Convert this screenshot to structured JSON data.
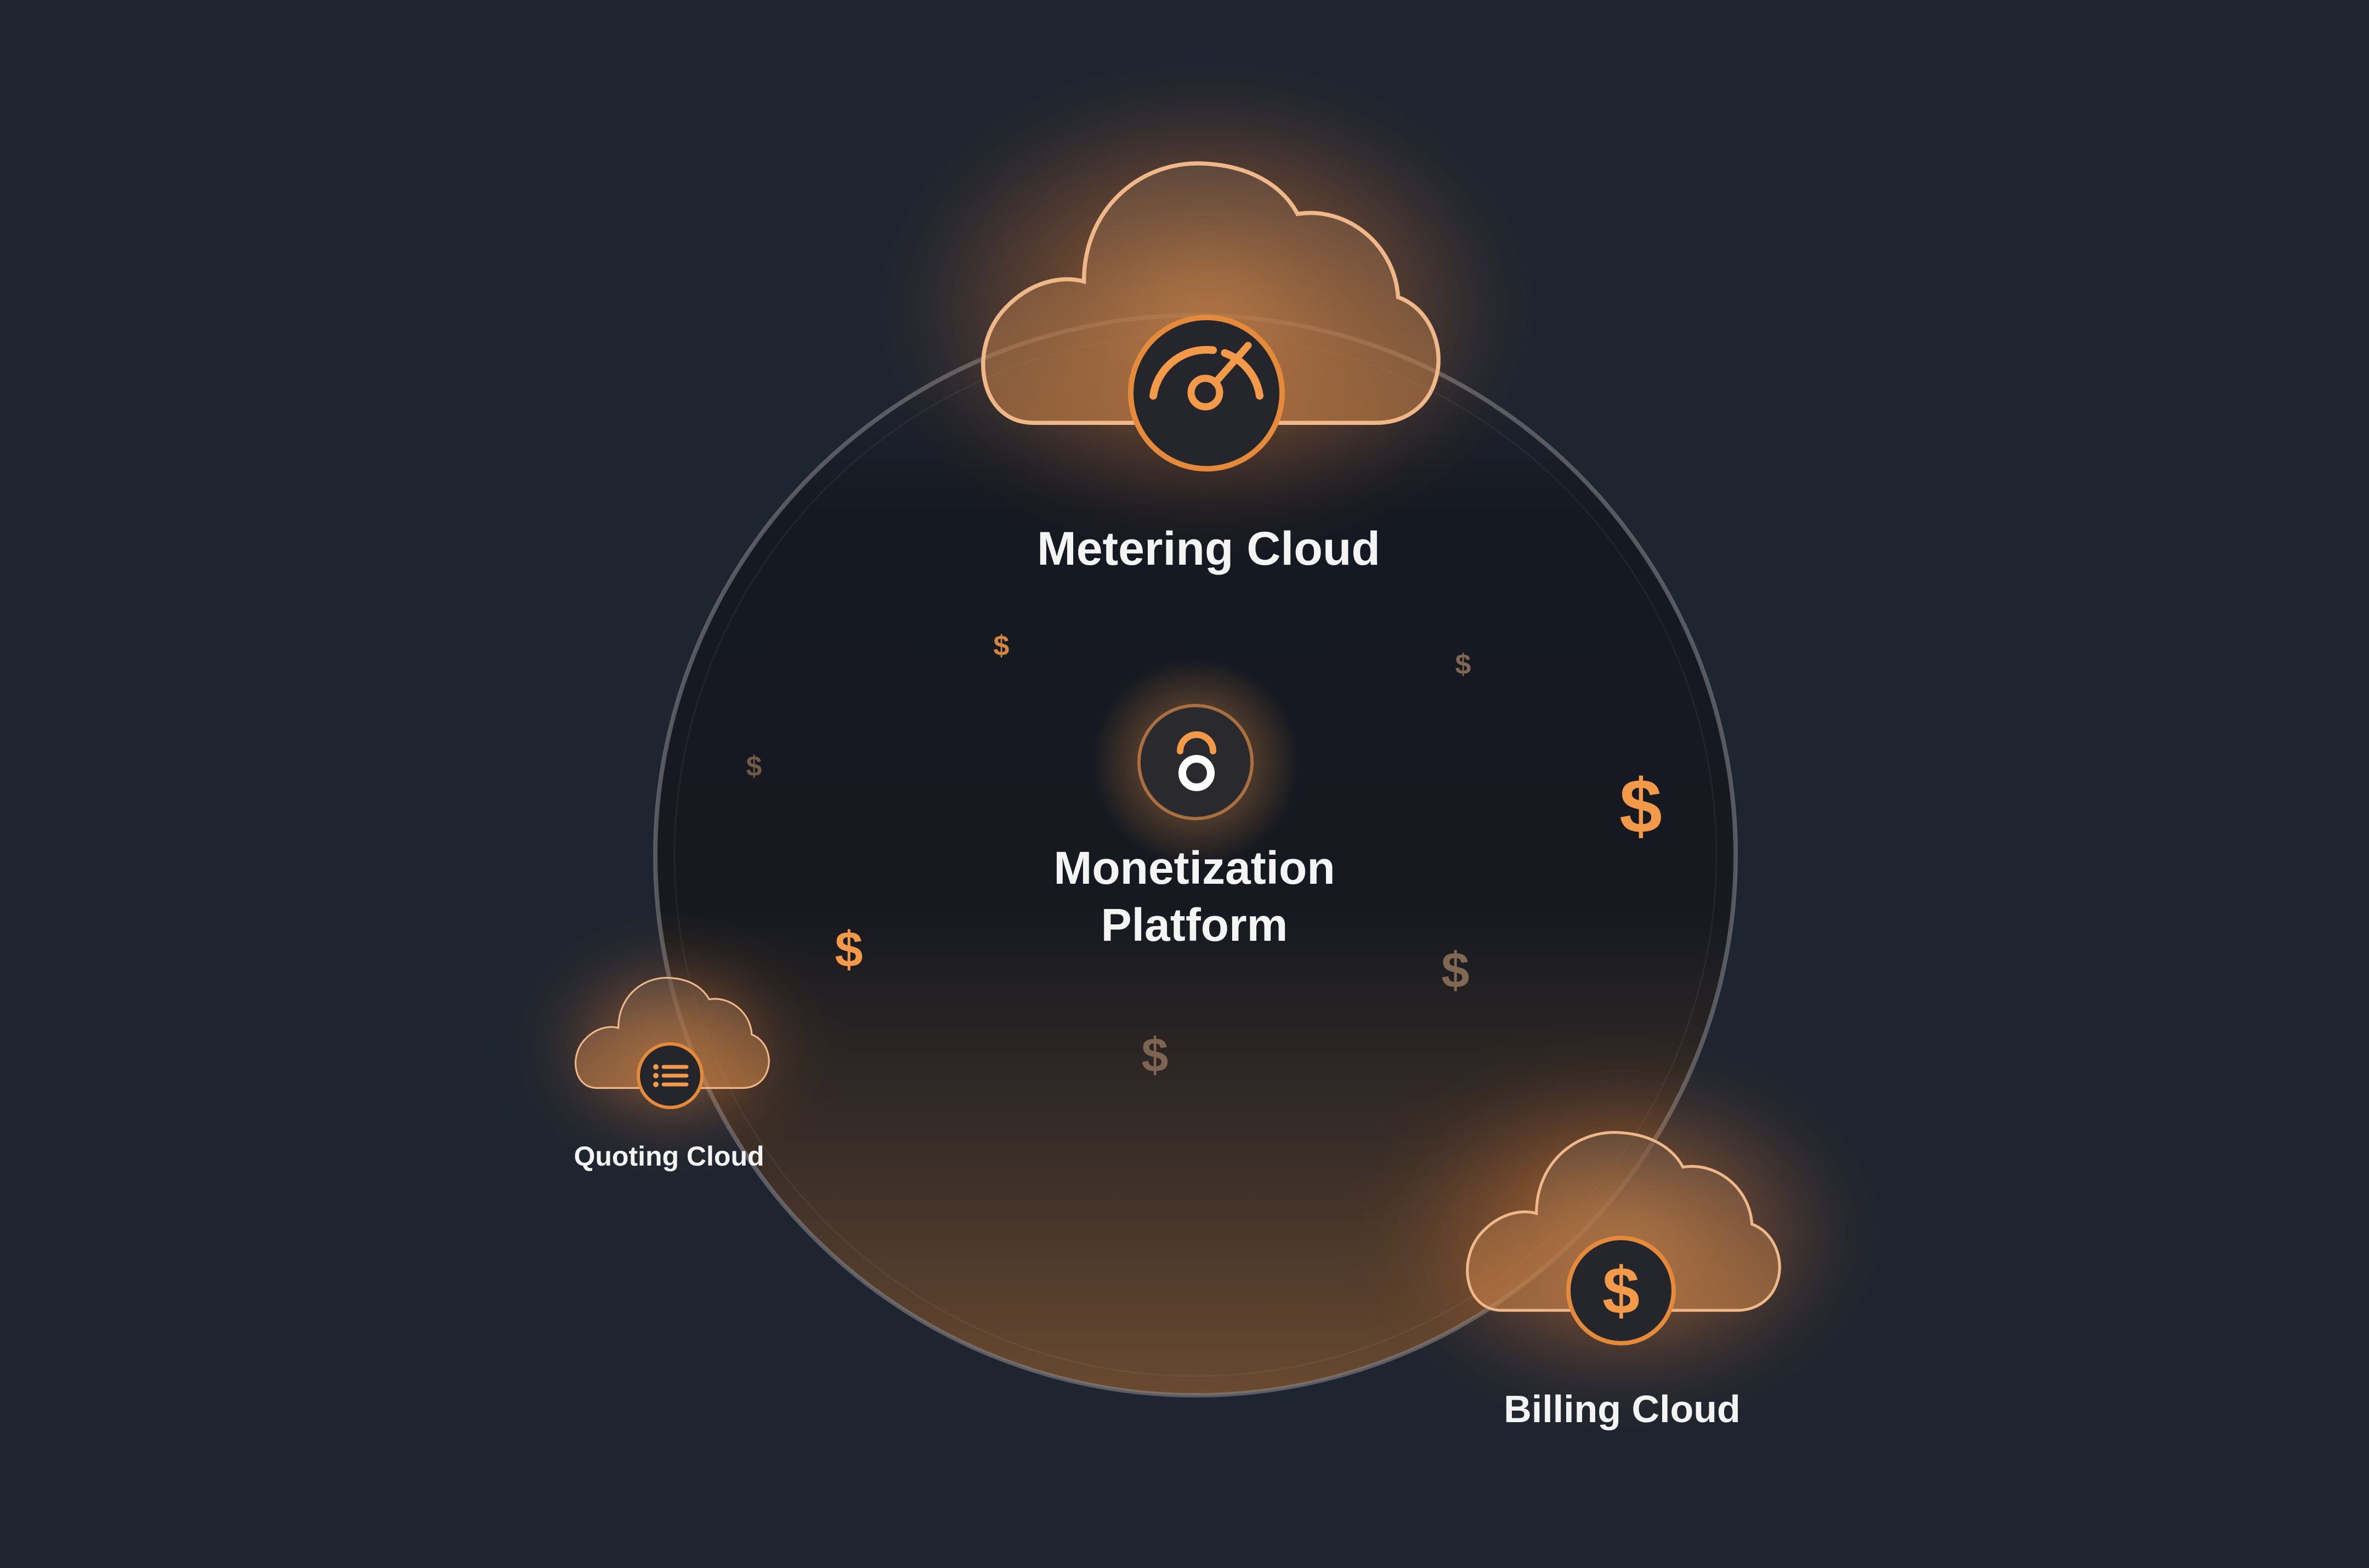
{
  "diagram": {
    "center": {
      "icon": "monetization-platform-logo-icon",
      "label_line1": "Monetization",
      "label_line2": "Platform"
    },
    "metering": {
      "label": "Metering Cloud",
      "icon": "speedometer-icon"
    },
    "quoting": {
      "label": "Quoting Cloud",
      "icon": "list-icon"
    },
    "billing": {
      "label": "Billing Cloud",
      "icon": "dollar-icon"
    },
    "decorative_symbol": "$",
    "colors": {
      "background": "#1e2430",
      "accent": "#f29a4a",
      "circle_dark": "#13161f",
      "circle_warm": "#6a4a30",
      "text": "#f4f4f4"
    }
  }
}
